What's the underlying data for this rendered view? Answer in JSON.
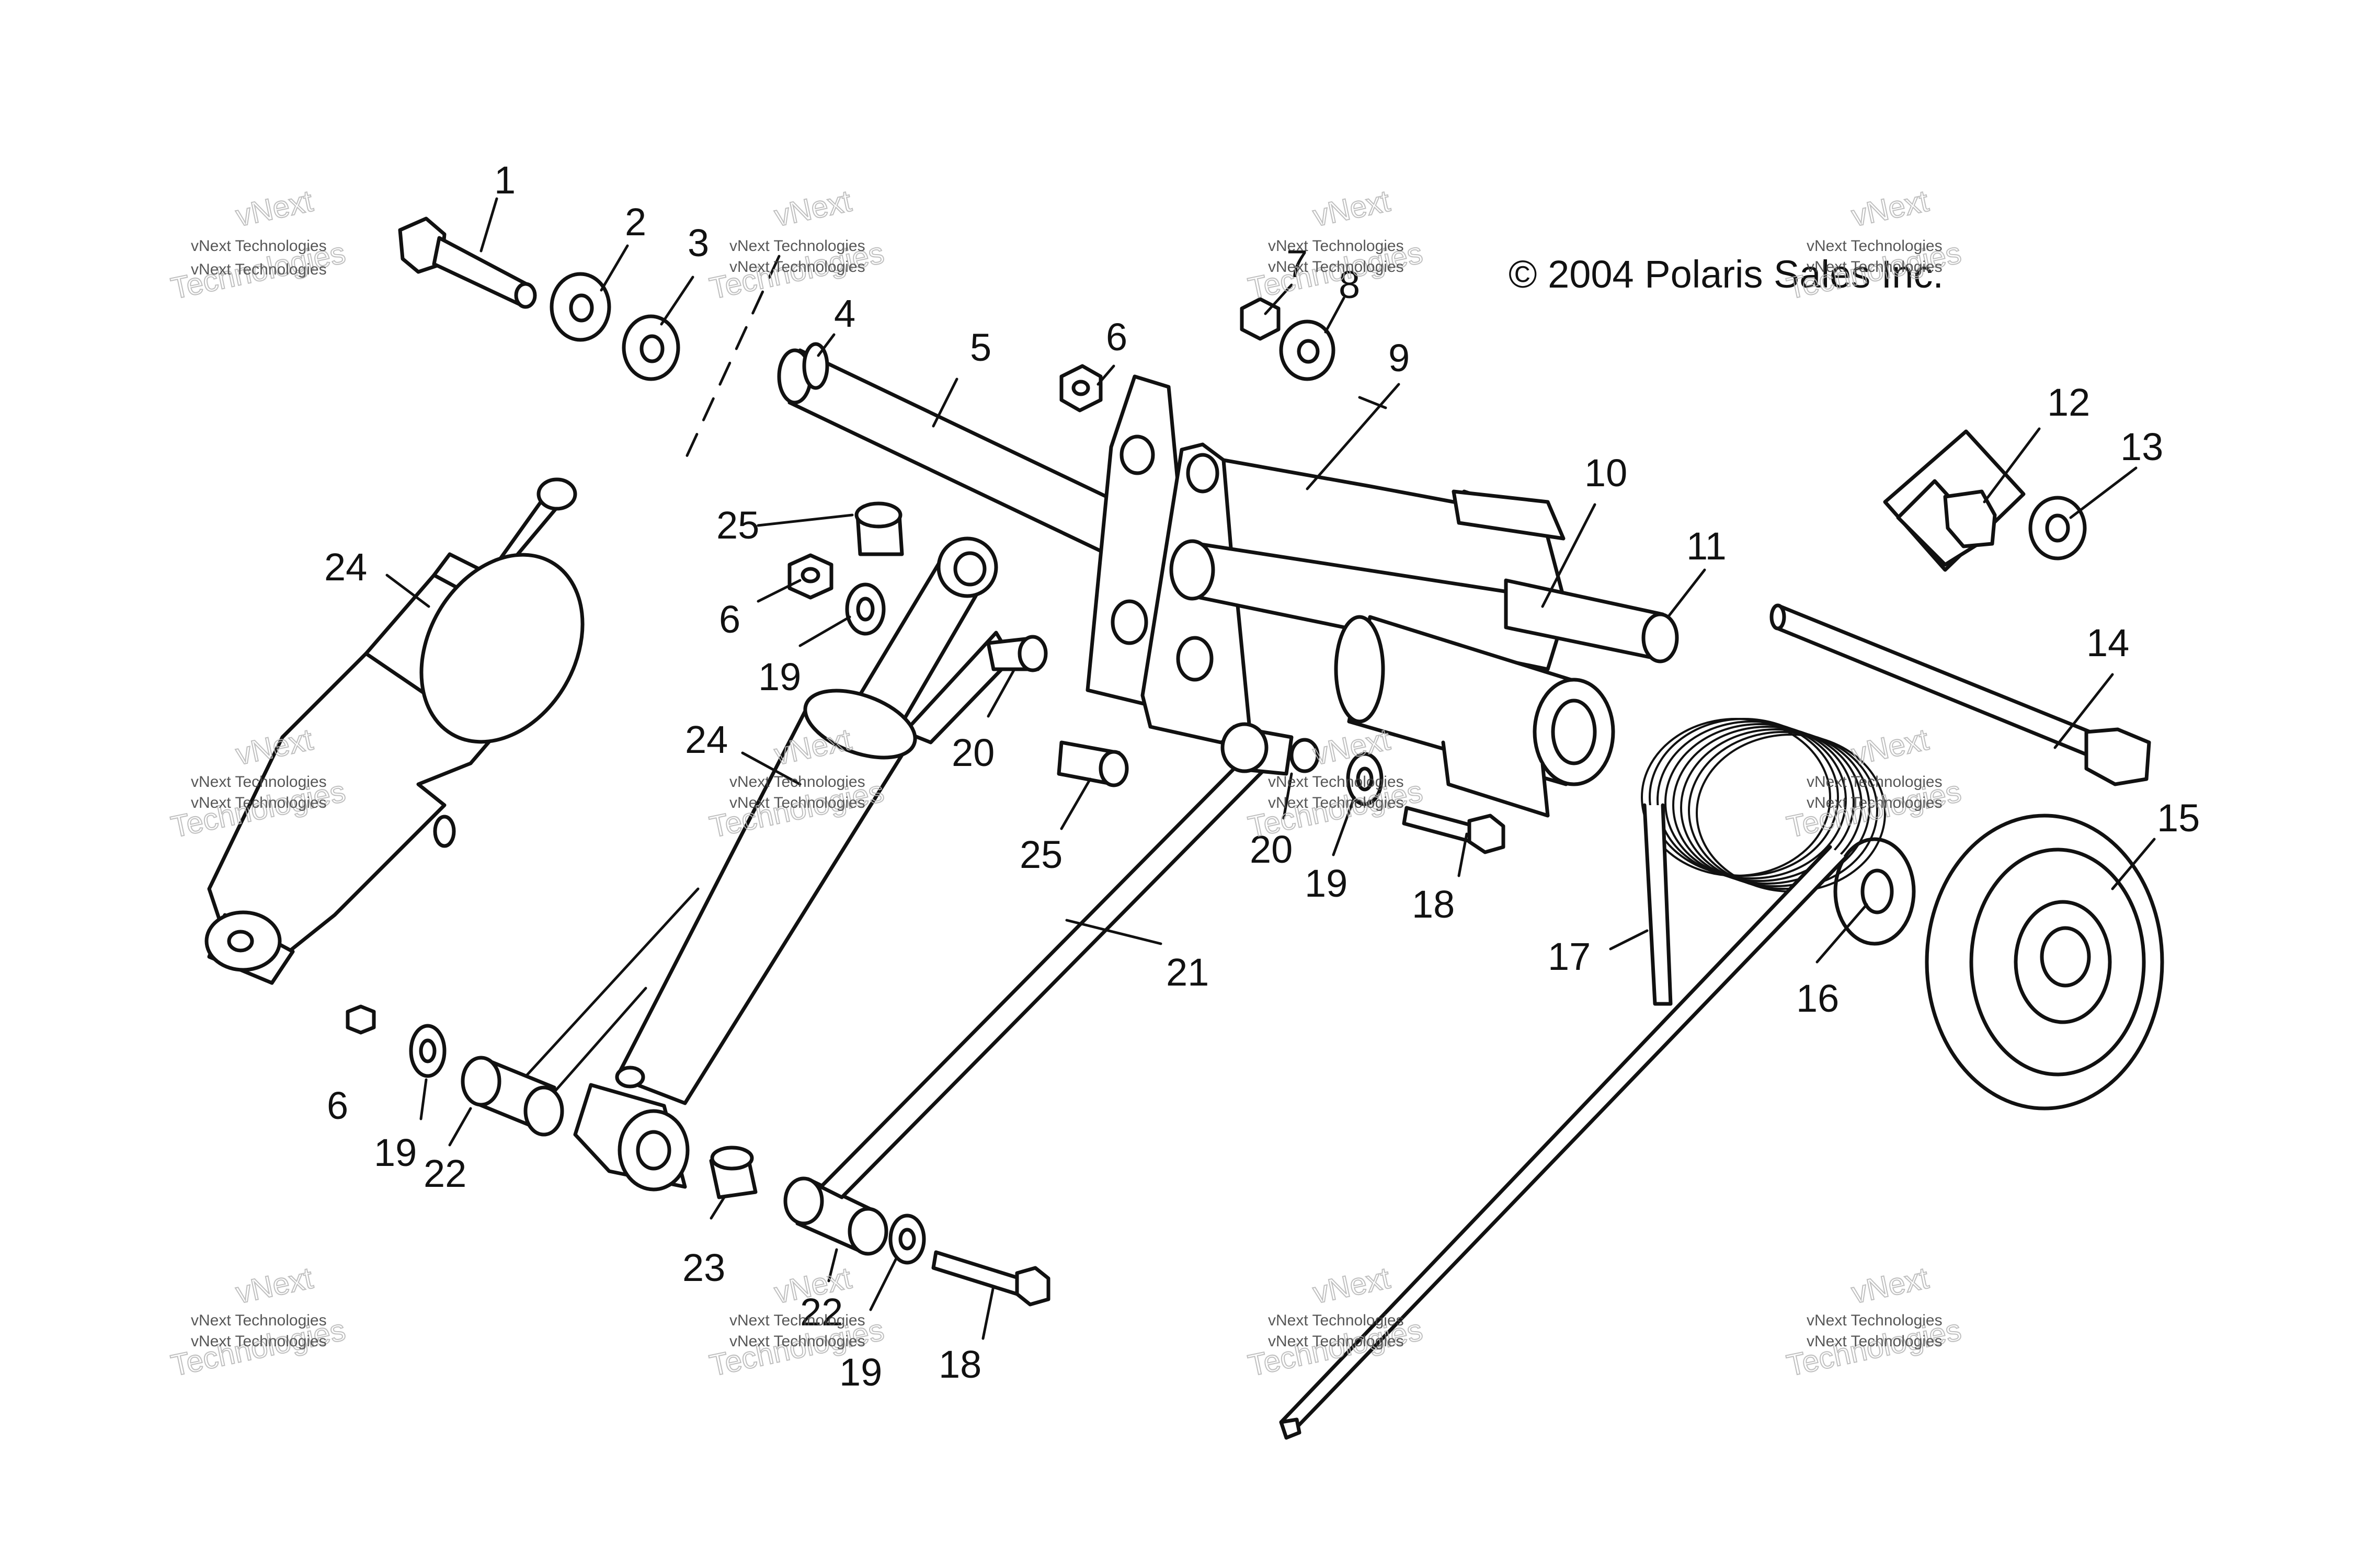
{
  "copyright": "© 2004 Polaris Sales Inc.",
  "watermark": {
    "line1": "vNext Technologies",
    "line2": "vNext",
    "line3": "Technologies"
  },
  "callouts": [
    "1",
    "2",
    "3",
    "4",
    "5",
    "6",
    "6",
    "6",
    "7",
    "8",
    "9",
    "10",
    "11",
    "12",
    "13",
    "14",
    "15",
    "16",
    "17",
    "18",
    "18",
    "19",
    "19",
    "19",
    "19",
    "20",
    "20",
    "21",
    "22",
    "22",
    "23",
    "24",
    "24",
    "25",
    "25"
  ],
  "colors": {
    "ink": "#111111",
    "background": "#ffffff"
  }
}
